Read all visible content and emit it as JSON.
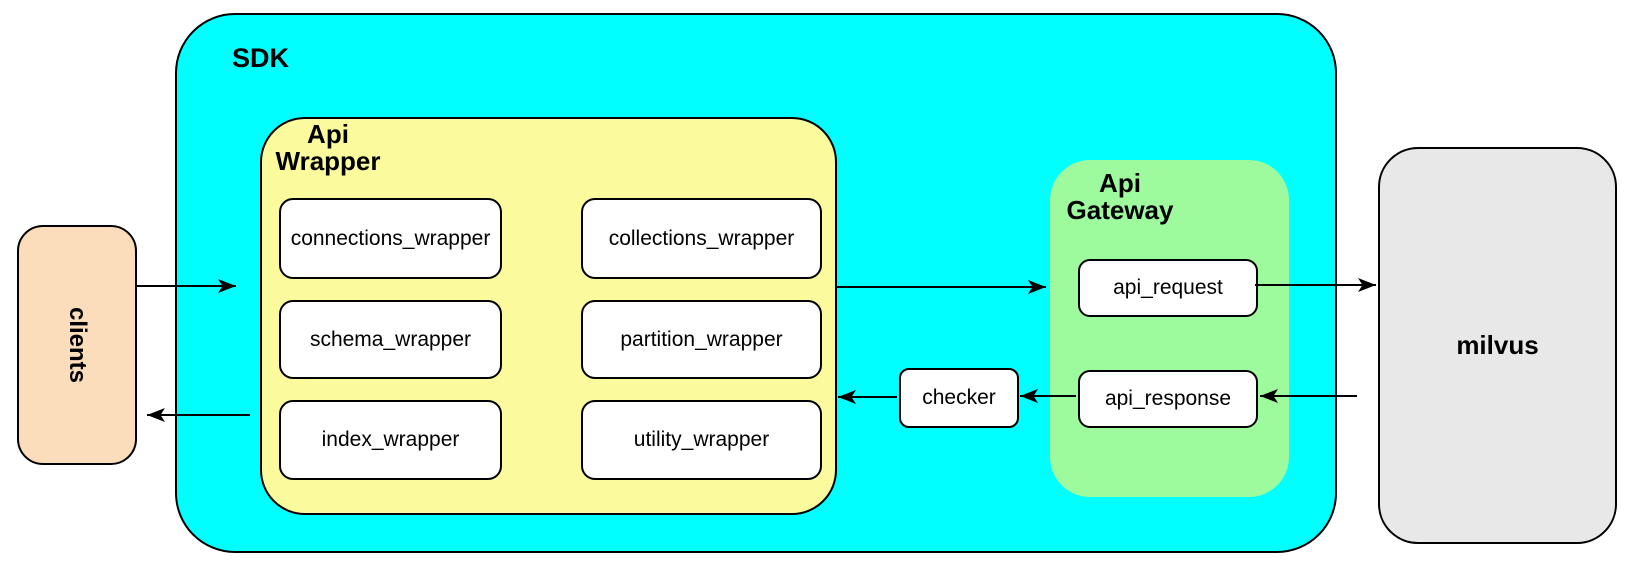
{
  "diagram": {
    "clients": {
      "label": "clients"
    },
    "sdk": {
      "label": "SDK",
      "api_wrapper": {
        "label": "Api\nWrapper",
        "boxes": [
          "connections_wrapper",
          "collections_wrapper",
          "schema_wrapper",
          "partition_wrapper",
          "index_wrapper",
          "utility_wrapper"
        ]
      },
      "checker": {
        "label": "checker"
      },
      "api_gateway": {
        "label": "Api\nGateway",
        "boxes": [
          "api_request",
          "api_response"
        ]
      }
    },
    "milvus": {
      "label": "milvus"
    },
    "edges": [
      {
        "from": "clients",
        "to": "sdk"
      },
      {
        "from": "api_wrapper",
        "to": "api_gateway"
      },
      {
        "from": "api_request",
        "to": "milvus"
      },
      {
        "from": "milvus",
        "to": "api_response"
      },
      {
        "from": "api_response",
        "to": "checker"
      },
      {
        "from": "checker",
        "to": "api_wrapper"
      },
      {
        "from": "api_wrapper",
        "to": "clients"
      }
    ]
  },
  "colors": {
    "sdk-fill": "#00ffff",
    "wrapper-fill": "#fbfb9e",
    "gateway-fill": "#9dfb9d",
    "clients-fill": "#fbdcbb",
    "milvus-fill": "#e8e8e8",
    "node-fill": "#ffffff",
    "line": "#000000"
  }
}
